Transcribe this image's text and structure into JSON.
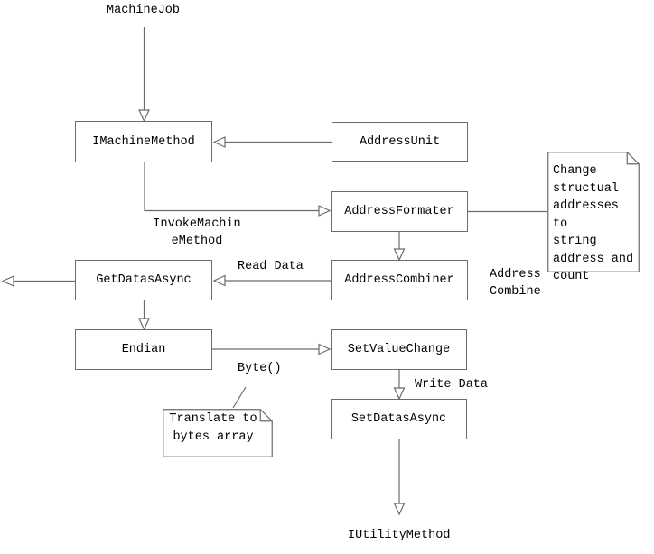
{
  "diagram": {
    "nodes": {
      "machine_job": "MachineJob",
      "imachine_method": "IMachineMethod",
      "address_unit": "AddressUnit",
      "address_formater": "AddressFormater",
      "address_combiner": "AddressCombiner",
      "get_datas_async": "GetDatasAsync",
      "endian": "Endian",
      "set_value_change": "SetValueChange",
      "set_datas_async": "SetDatasAsync",
      "iutility_method": "IUtilityMethod"
    },
    "edge_labels": {
      "invoke_machine_method": "InvokeMachin\neMethod",
      "read_data": "Read Data",
      "address_combine": "Address\nCombine",
      "byte": "Byte()",
      "write_data": "Write Data"
    },
    "notes": {
      "change_structural": "Change\nstructual\naddresses to\nstring\naddress and\ncount",
      "translate_bytes": "Translate to\nbytes array"
    },
    "colors": {
      "line": "#6b6b6b",
      "text": "#000000",
      "background": "#ffffff"
    }
  }
}
